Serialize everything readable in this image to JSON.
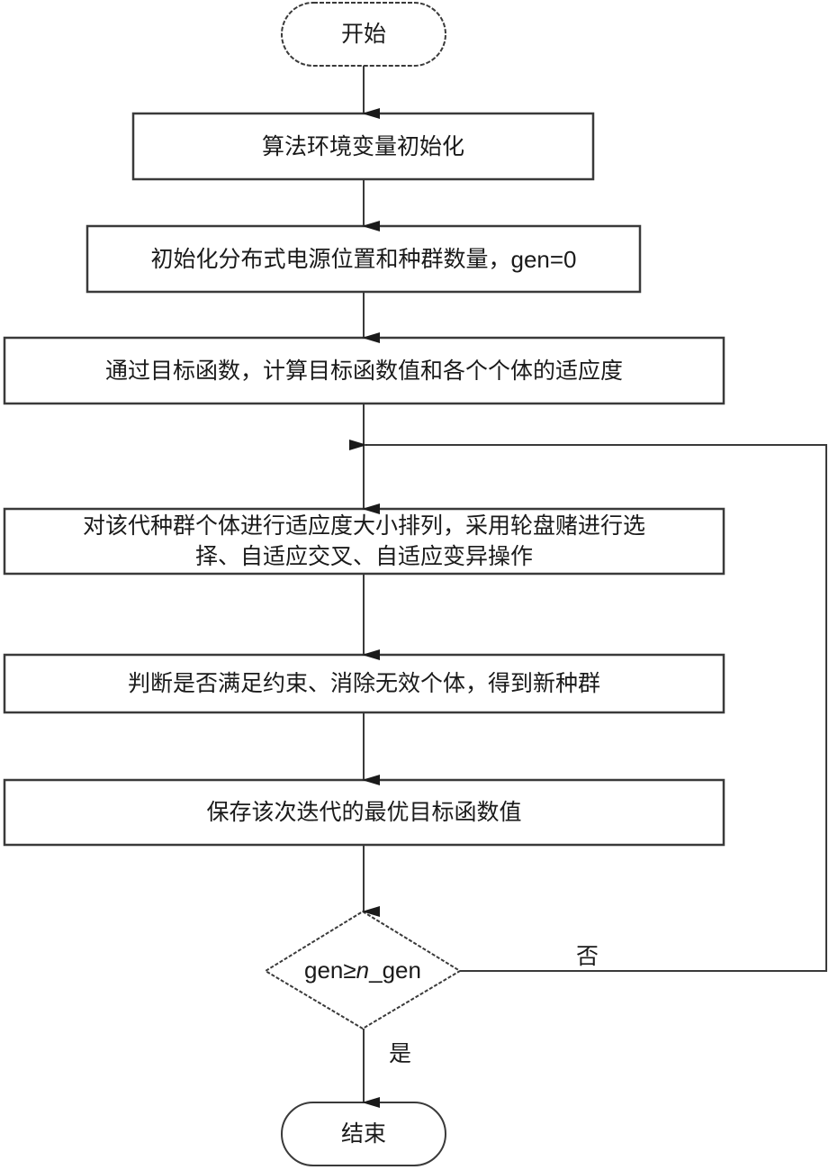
{
  "diagram": {
    "type": "flowchart",
    "nodes": [
      {
        "id": "start",
        "shape": "terminal",
        "text": "开始"
      },
      {
        "id": "init_env",
        "shape": "process",
        "text": "算法环境变量初始化"
      },
      {
        "id": "init_pop",
        "shape": "process",
        "text": "初始化分布式电源位置和种群数量，",
        "suffix": "gen=0"
      },
      {
        "id": "fitness",
        "shape": "process",
        "text": "通过目标函数，计算目标函数值和各个个体的适应度"
      },
      {
        "id": "ga_ops",
        "shape": "process",
        "line1": "对该代种群个体进行适应度大小排列，采用轮盘赌进行选",
        "line2": "择、自适应交叉、自适应变异操作"
      },
      {
        "id": "constraint",
        "shape": "process",
        "text": "判断是否满足约束、消除无效个体，得到新种群"
      },
      {
        "id": "save_best",
        "shape": "process",
        "text": "保存该次迭代的最优目标函数值"
      },
      {
        "id": "decision",
        "shape": "decision",
        "pre": "gen≥",
        "italic": "n",
        "post": "_gen"
      },
      {
        "id": "end",
        "shape": "terminal",
        "text": "结束"
      }
    ],
    "edges": [
      {
        "from": "start",
        "to": "init_env"
      },
      {
        "from": "init_env",
        "to": "init_pop"
      },
      {
        "from": "init_pop",
        "to": "fitness"
      },
      {
        "from": "fitness",
        "to": "ga_ops"
      },
      {
        "from": "ga_ops",
        "to": "constraint"
      },
      {
        "from": "constraint",
        "to": "save_best"
      },
      {
        "from": "save_best",
        "to": "decision"
      },
      {
        "from": "decision",
        "to": "ga_ops",
        "label": "否"
      },
      {
        "from": "decision",
        "to": "end",
        "label": "是"
      }
    ],
    "labels": {
      "no": "否",
      "yes": "是"
    },
    "colors": {
      "stroke": "#3a3a3a",
      "text": "#1a1a1a",
      "background": "#ffffff"
    }
  }
}
